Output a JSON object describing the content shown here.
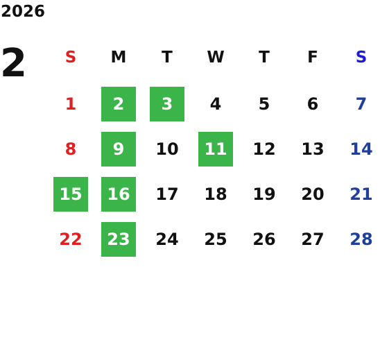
{
  "year": "2026",
  "month": "2",
  "colors": {
    "sunday": "#e02020",
    "saturday": "#1f3f9a",
    "saturday_header": "#1b1bd8",
    "highlight": "#3bb44a",
    "text": "#111111"
  },
  "weekdays": [
    "S",
    "M",
    "T",
    "W",
    "T",
    "F",
    "S"
  ],
  "weeks": [
    [
      {
        "day": "1",
        "highlight": false
      },
      {
        "day": "2",
        "highlight": true
      },
      {
        "day": "3",
        "highlight": true
      },
      {
        "day": "4",
        "highlight": false
      },
      {
        "day": "5",
        "highlight": false
      },
      {
        "day": "6",
        "highlight": false
      },
      {
        "day": "7",
        "highlight": false
      }
    ],
    [
      {
        "day": "8",
        "highlight": false
      },
      {
        "day": "9",
        "highlight": true
      },
      {
        "day": "10",
        "highlight": false
      },
      {
        "day": "11",
        "highlight": true
      },
      {
        "day": "12",
        "highlight": false
      },
      {
        "day": "13",
        "highlight": false
      },
      {
        "day": "14",
        "highlight": false
      }
    ],
    [
      {
        "day": "15",
        "highlight": true
      },
      {
        "day": "16",
        "highlight": true
      },
      {
        "day": "17",
        "highlight": false
      },
      {
        "day": "18",
        "highlight": false
      },
      {
        "day": "19",
        "highlight": false
      },
      {
        "day": "20",
        "highlight": false
      },
      {
        "day": "21",
        "highlight": false
      }
    ],
    [
      {
        "day": "22",
        "highlight": false
      },
      {
        "day": "23",
        "highlight": true
      },
      {
        "day": "24",
        "highlight": false
      },
      {
        "day": "25",
        "highlight": false
      },
      {
        "day": "26",
        "highlight": false
      },
      {
        "day": "27",
        "highlight": false
      },
      {
        "day": "28",
        "highlight": false
      }
    ]
  ]
}
